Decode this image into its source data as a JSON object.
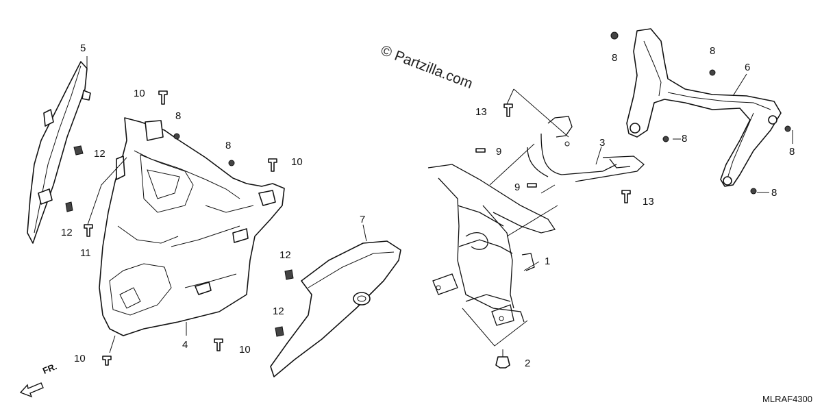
{
  "watermark": "© Partzilla.com",
  "diagram_code": "MLRAF4300",
  "direction_label": "FR.",
  "callouts": {
    "c5": "5",
    "c10a": "10",
    "c8a": "8",
    "c12a": "12",
    "c8b": "8",
    "c10b": "10",
    "c12b": "12",
    "c11": "11",
    "c12c": "12",
    "c12d": "12",
    "c4": "4",
    "c10c": "10",
    "c10d": "10",
    "c7": "7",
    "c13a": "13",
    "c9a": "9",
    "c3": "3",
    "c9b": "9",
    "c13b": "13",
    "c1": "1",
    "c2": "2",
    "c8c": "8",
    "c8d": "8",
    "c6": "6",
    "c8e": "8",
    "c8f": "8",
    "c8g": "8"
  }
}
